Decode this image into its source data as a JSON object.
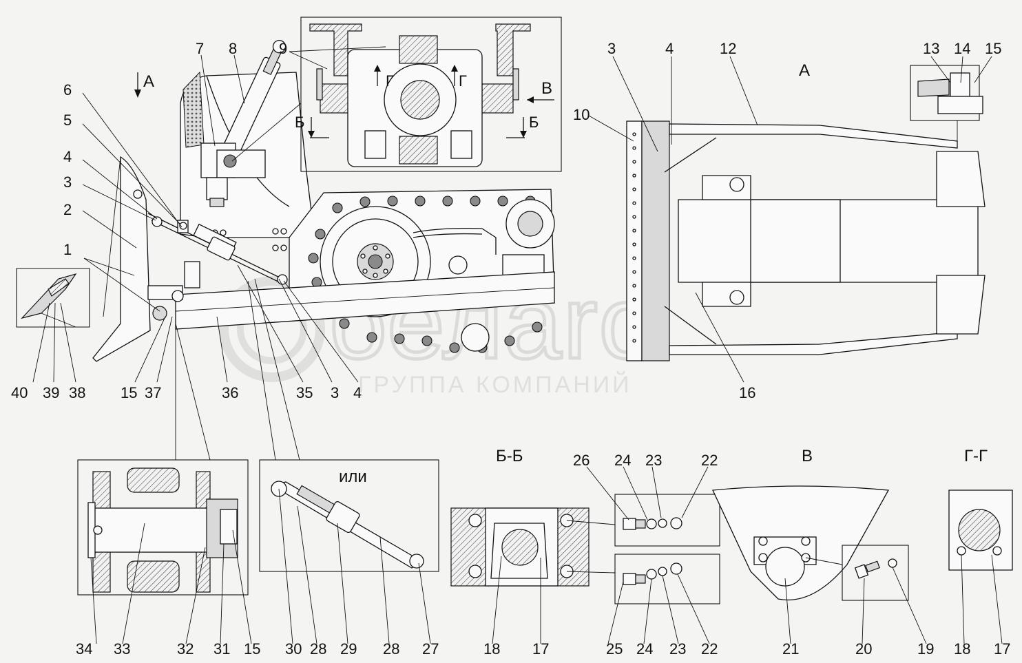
{
  "watermark": {
    "logo_text": "белаrо",
    "subtitle": "ГРУППА КОМПАНИЙ"
  },
  "view_labels": {
    "view_a": "А",
    "view_b": "В",
    "section_bb": "Б-Б",
    "section_gg": "Г-Г",
    "alt_word": "или",
    "arrow_a": "А",
    "arrow_b": "В",
    "cut_b_left": "Б",
    "cut_b_right": "Б",
    "cut_g_left": "Г",
    "cut_g_right": "Г"
  },
  "callouts_main": [
    "1",
    "2",
    "3",
    "4",
    "5",
    "6",
    "7",
    "8",
    "9"
  ],
  "callouts_bottom_left": [
    "40",
    "39",
    "38",
    "15",
    "37",
    "36",
    "35",
    "3",
    "4"
  ],
  "callouts_top_view": [
    "3",
    "4",
    "12",
    "13",
    "14",
    "15",
    "10",
    "16"
  ],
  "callouts_bottom_row": [
    "34",
    "33",
    "32",
    "31",
    "15",
    "30",
    "28",
    "29",
    "28",
    "27",
    "18",
    "17",
    "25",
    "24",
    "23",
    "22",
    "21",
    "20",
    "19",
    "18",
    "17"
  ],
  "callouts_fastener_top": [
    "26",
    "24",
    "23",
    "22"
  ]
}
